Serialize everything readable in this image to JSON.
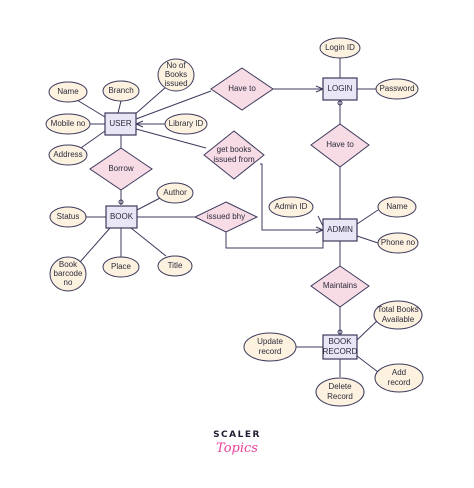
{
  "entities": {
    "user": "USER",
    "book": "BOOK",
    "login": "LOGIN",
    "admin": "ADMIN",
    "book_record": [
      "BOOK",
      "RECORD"
    ]
  },
  "relationships": {
    "have_to_login": "Have to",
    "borrow": "Borrow",
    "get_books": [
      "get books",
      "issued from"
    ],
    "issued_by": "issued bhy",
    "have_to_admin": "Have to",
    "maintains": "Maintains"
  },
  "attributes": {
    "user_name": "Name",
    "user_branch": "Branch",
    "user_books_issued": [
      "No of",
      "Books",
      "issued"
    ],
    "user_mobile": "Mobile no",
    "user_library_id": "Library ID",
    "user_address": "Address",
    "login_id": "Login ID",
    "login_password": "Password",
    "book_author": "Author",
    "book_status": "Status",
    "book_barcode": [
      "Book",
      "barcode",
      "no"
    ],
    "book_place": "Place",
    "book_title": "Title",
    "admin_id": "Admin ID",
    "admin_name": "Name",
    "admin_phone": "Phone no",
    "record_total_books": [
      "Total Books",
      "Available"
    ],
    "record_update": [
      "Update",
      "record"
    ],
    "record_add": [
      "Add",
      "record"
    ],
    "record_delete": [
      "Delete",
      "Record"
    ]
  },
  "brand": {
    "line1": "SCALER",
    "line2": "Topics",
    "accent_color": "#e8409a"
  }
}
